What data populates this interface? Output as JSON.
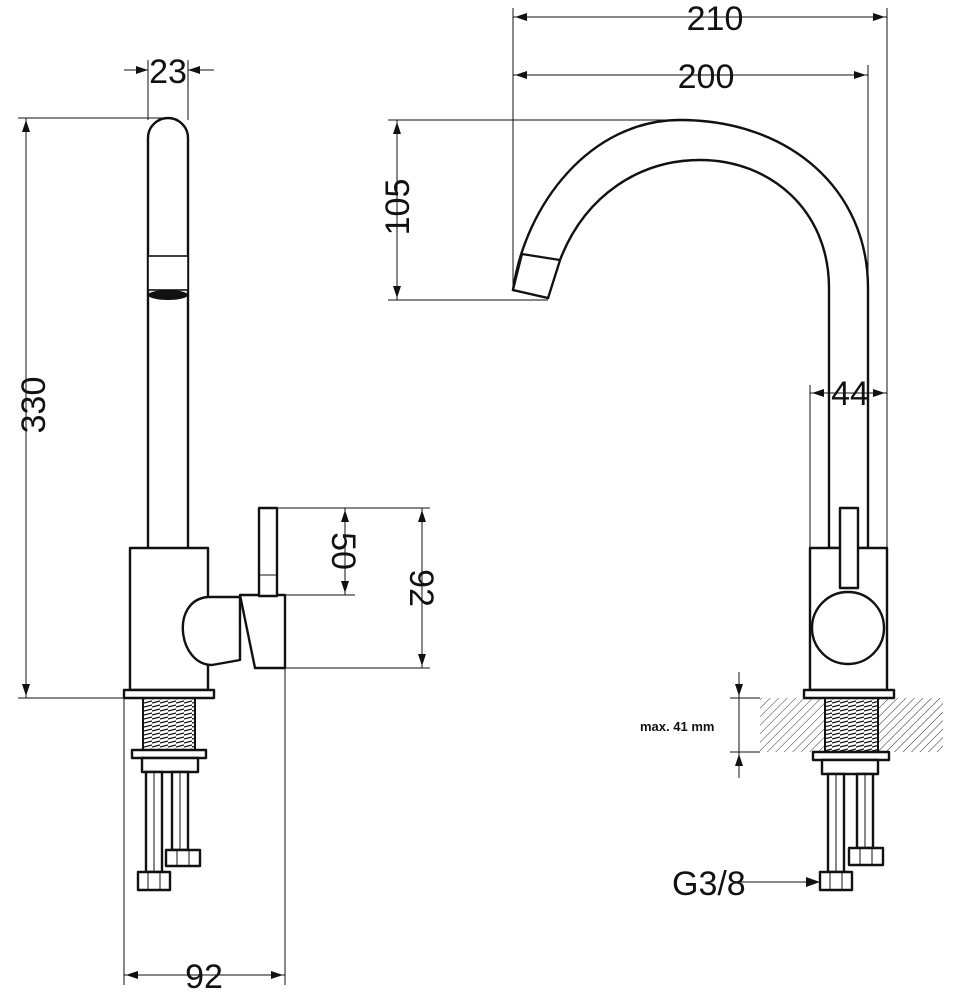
{
  "diagram": {
    "side_view": {
      "spout_diameter": "23",
      "total_height": "330",
      "lever_height": "50",
      "body_to_lever_top": "92",
      "base_depth": "92"
    },
    "front_view": {
      "total_reach": "210",
      "spout_reach": "200",
      "spout_drop": "105",
      "body_width": "44",
      "max_countertop": "max. 41 mm",
      "connection_thread": "G3/8"
    }
  }
}
